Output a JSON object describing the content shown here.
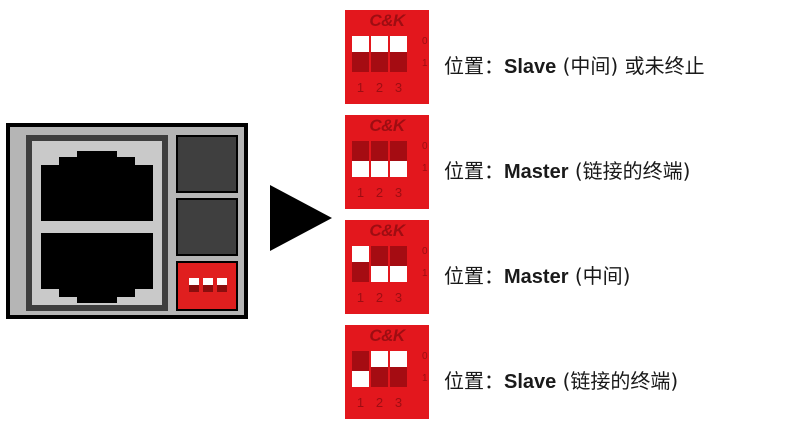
{
  "dip_brand": "C&K",
  "position_marks": {
    "off": "0",
    "on": "1"
  },
  "switch_numbers": [
    "1",
    "2",
    "3"
  ],
  "colors": {
    "dip_red": "#e3171d",
    "dip_dark": "#a50c12",
    "panel_black": "#000000",
    "panel_gray": "#b5b5b5"
  },
  "options": [
    {
      "prefix": "位置：",
      "role": "Slave",
      "detail": " (中间) 或未终止",
      "switches": [
        "off",
        "off",
        "off"
      ]
    },
    {
      "prefix": "位置：",
      "role": "Master",
      "detail": " (链接的终端)",
      "switches": [
        "on",
        "on",
        "on"
      ]
    },
    {
      "prefix": "位置：",
      "role": "Master",
      "detail": " (中间)",
      "switches": [
        "off",
        "on",
        "on"
      ]
    },
    {
      "prefix": "位置：",
      "role": "Slave",
      "detail": " (链接的终端)",
      "switches": [
        "on",
        "off",
        "off"
      ]
    }
  ]
}
